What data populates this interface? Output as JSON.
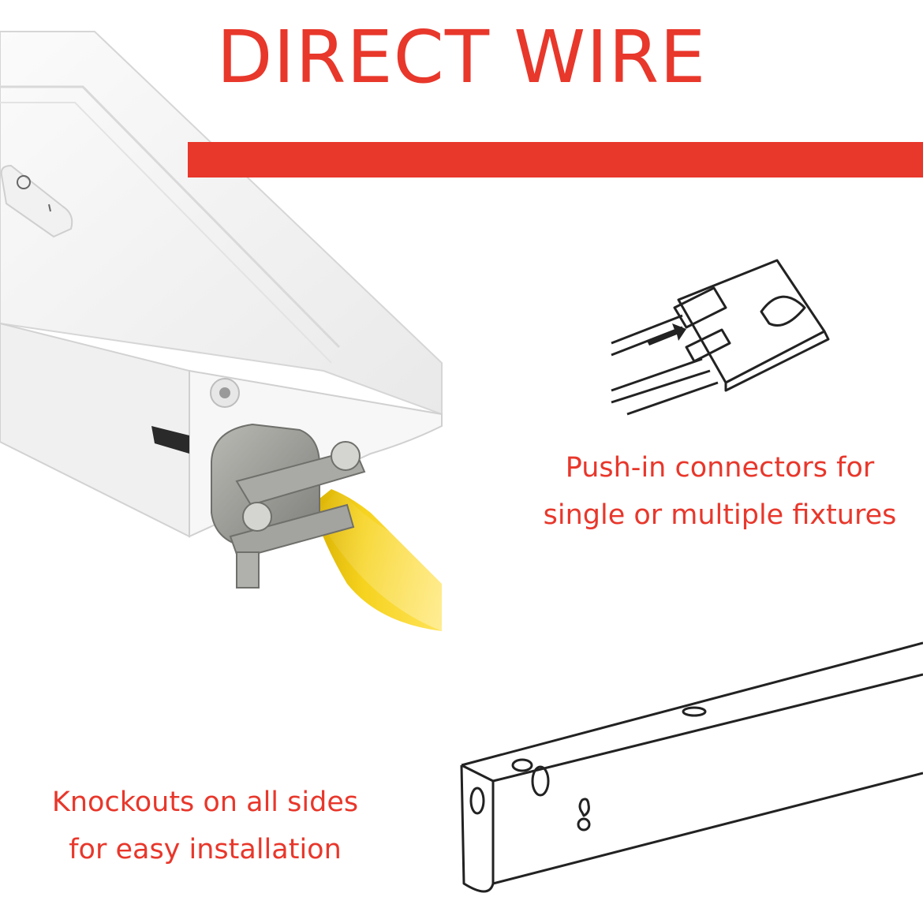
{
  "title": "DIRECT WIRE",
  "colors": {
    "accent": "#e8372b",
    "cable": "#f3cd16",
    "housing": "#f4f4f4",
    "clamp": "#9c9c98",
    "line_art": "#222222"
  },
  "features": [
    {
      "icon": "push-in-connector-illustration",
      "lines": [
        "Push-in connectors for",
        "single or multiple fixtures"
      ]
    },
    {
      "icon": "knockout-fixture-illustration",
      "lines": [
        "Knockouts on all sides",
        "for easy installation"
      ]
    }
  ],
  "switch_labels": [
    "O",
    "I"
  ]
}
